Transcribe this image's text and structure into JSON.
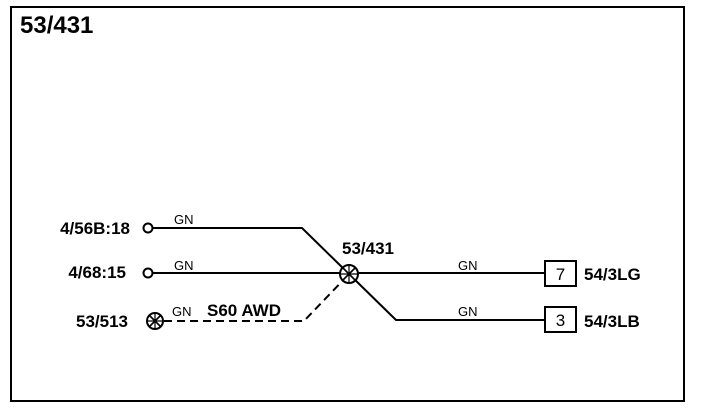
{
  "title": "53/431",
  "splice_label": "53/431",
  "connections": {
    "left": [
      {
        "label": "4/56B:18",
        "wire": "GN"
      },
      {
        "label": "4/68:15",
        "wire": "GN"
      },
      {
        "label": "53/513",
        "wire": "GN",
        "note": "S60 AWD"
      }
    ],
    "right": [
      {
        "pin": "7",
        "label": "54/3LG",
        "wire": "GN"
      },
      {
        "pin": "3",
        "label": "54/3LB",
        "wire": "GN"
      }
    ]
  }
}
